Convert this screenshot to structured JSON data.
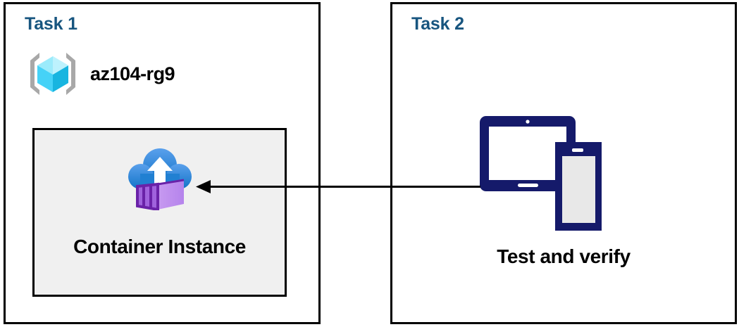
{
  "diagram": {
    "title": "Azure Container Instance task diagram",
    "background_color": "#ffffff",
    "panel_border_color": "#000000",
    "heading_color": "#17557f",
    "arrow_color": "#000000"
  },
  "panels": [
    {
      "id": "task1",
      "title": "Task 1",
      "resource_group": {
        "icon": "azure-resource-group-icon",
        "label": "az104-rg9",
        "bracket_color": "#a3a3a3",
        "cube_color": "#32c8f0"
      },
      "resource": {
        "icon": "azure-container-instance-icon",
        "label": "Container Instance",
        "box_fill": "#f0f0f0",
        "box_border": "#000000",
        "cloud_color": "#2f8fde",
        "container_color": "#b07ce8"
      }
    },
    {
      "id": "task2",
      "title": "Task 2",
      "devices": {
        "icon": "tablet-and-phone-icon",
        "label": "Test and verify",
        "device_color": "#151a6a",
        "phone_screen_color": "#e8e8e8"
      }
    }
  ],
  "connector": {
    "name": "arrow-task2-to-container-instance",
    "direction": "right-to-left",
    "from": "Test and verify",
    "to": "Container Instance",
    "color": "#000000"
  }
}
